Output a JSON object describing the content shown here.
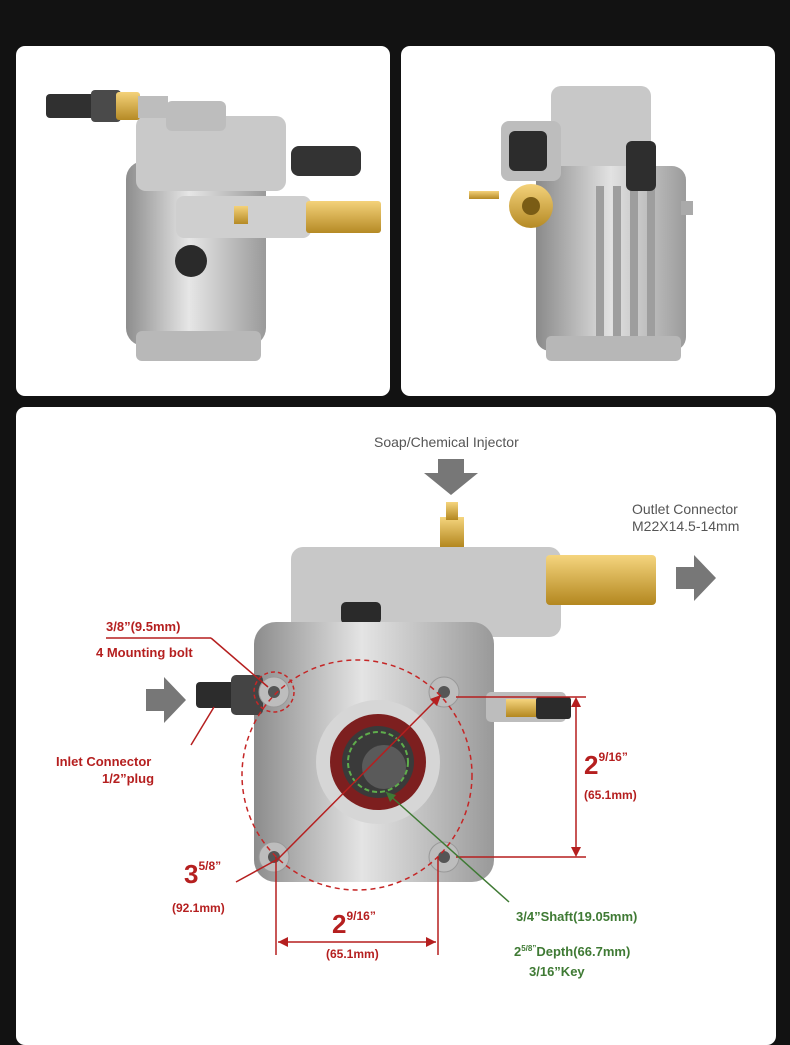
{
  "labels": {
    "soap_injector": "Soap/Chemical Injector",
    "outlet_connector": "Outlet Connector",
    "outlet_spec": "M22X14.5-14mm",
    "bolt_size": "3/8”(9.5mm)",
    "mounting_bolt": "4 Mounting bolt",
    "inlet_connector": "Inlet Connector",
    "inlet_plug": "1/2”plug",
    "height_whole": "2",
    "height_frac": "9/16”",
    "height_mm": "(65.1mm)",
    "diag_whole": "3",
    "diag_frac": "5/8”",
    "diag_mm": "(92.1mm)",
    "width_whole": "2",
    "width_frac": "9/16”",
    "width_mm": "(65.1mm)",
    "shaft": "3/4”Shaft(19.05mm)",
    "depth_whole": "2",
    "depth_frac": "5/8”",
    "depth_text": "Depth(66.7mm)",
    "key": "3/16”Key"
  },
  "colors": {
    "dimension_red": "#b51f1f",
    "shaft_green": "#3f7a34",
    "arrow_gray": "#777777"
  },
  "icons": [
    "arrow-down-icon",
    "arrow-right-icon"
  ]
}
